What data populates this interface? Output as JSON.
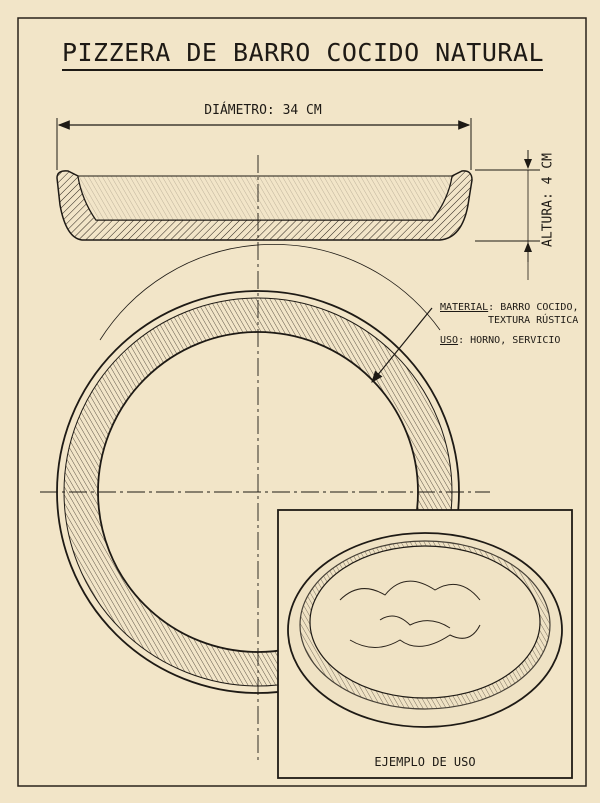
{
  "title": "PIZZERA DE BARRO COCIDO NATURAL",
  "dimensions": {
    "diameter": "DIÁMETRO: 34 CM",
    "height": "ALTURA: 4 CM"
  },
  "notes": {
    "material_label": "MATERIAL",
    "material_value": ": BARRO COCIDO,",
    "material_value_2": "TEXTURA RÚSTICA",
    "use_label": "USO",
    "use_value": ": HORNO, SERVICIO"
  },
  "inset": {
    "caption": "EJEMPLO DE USO"
  }
}
